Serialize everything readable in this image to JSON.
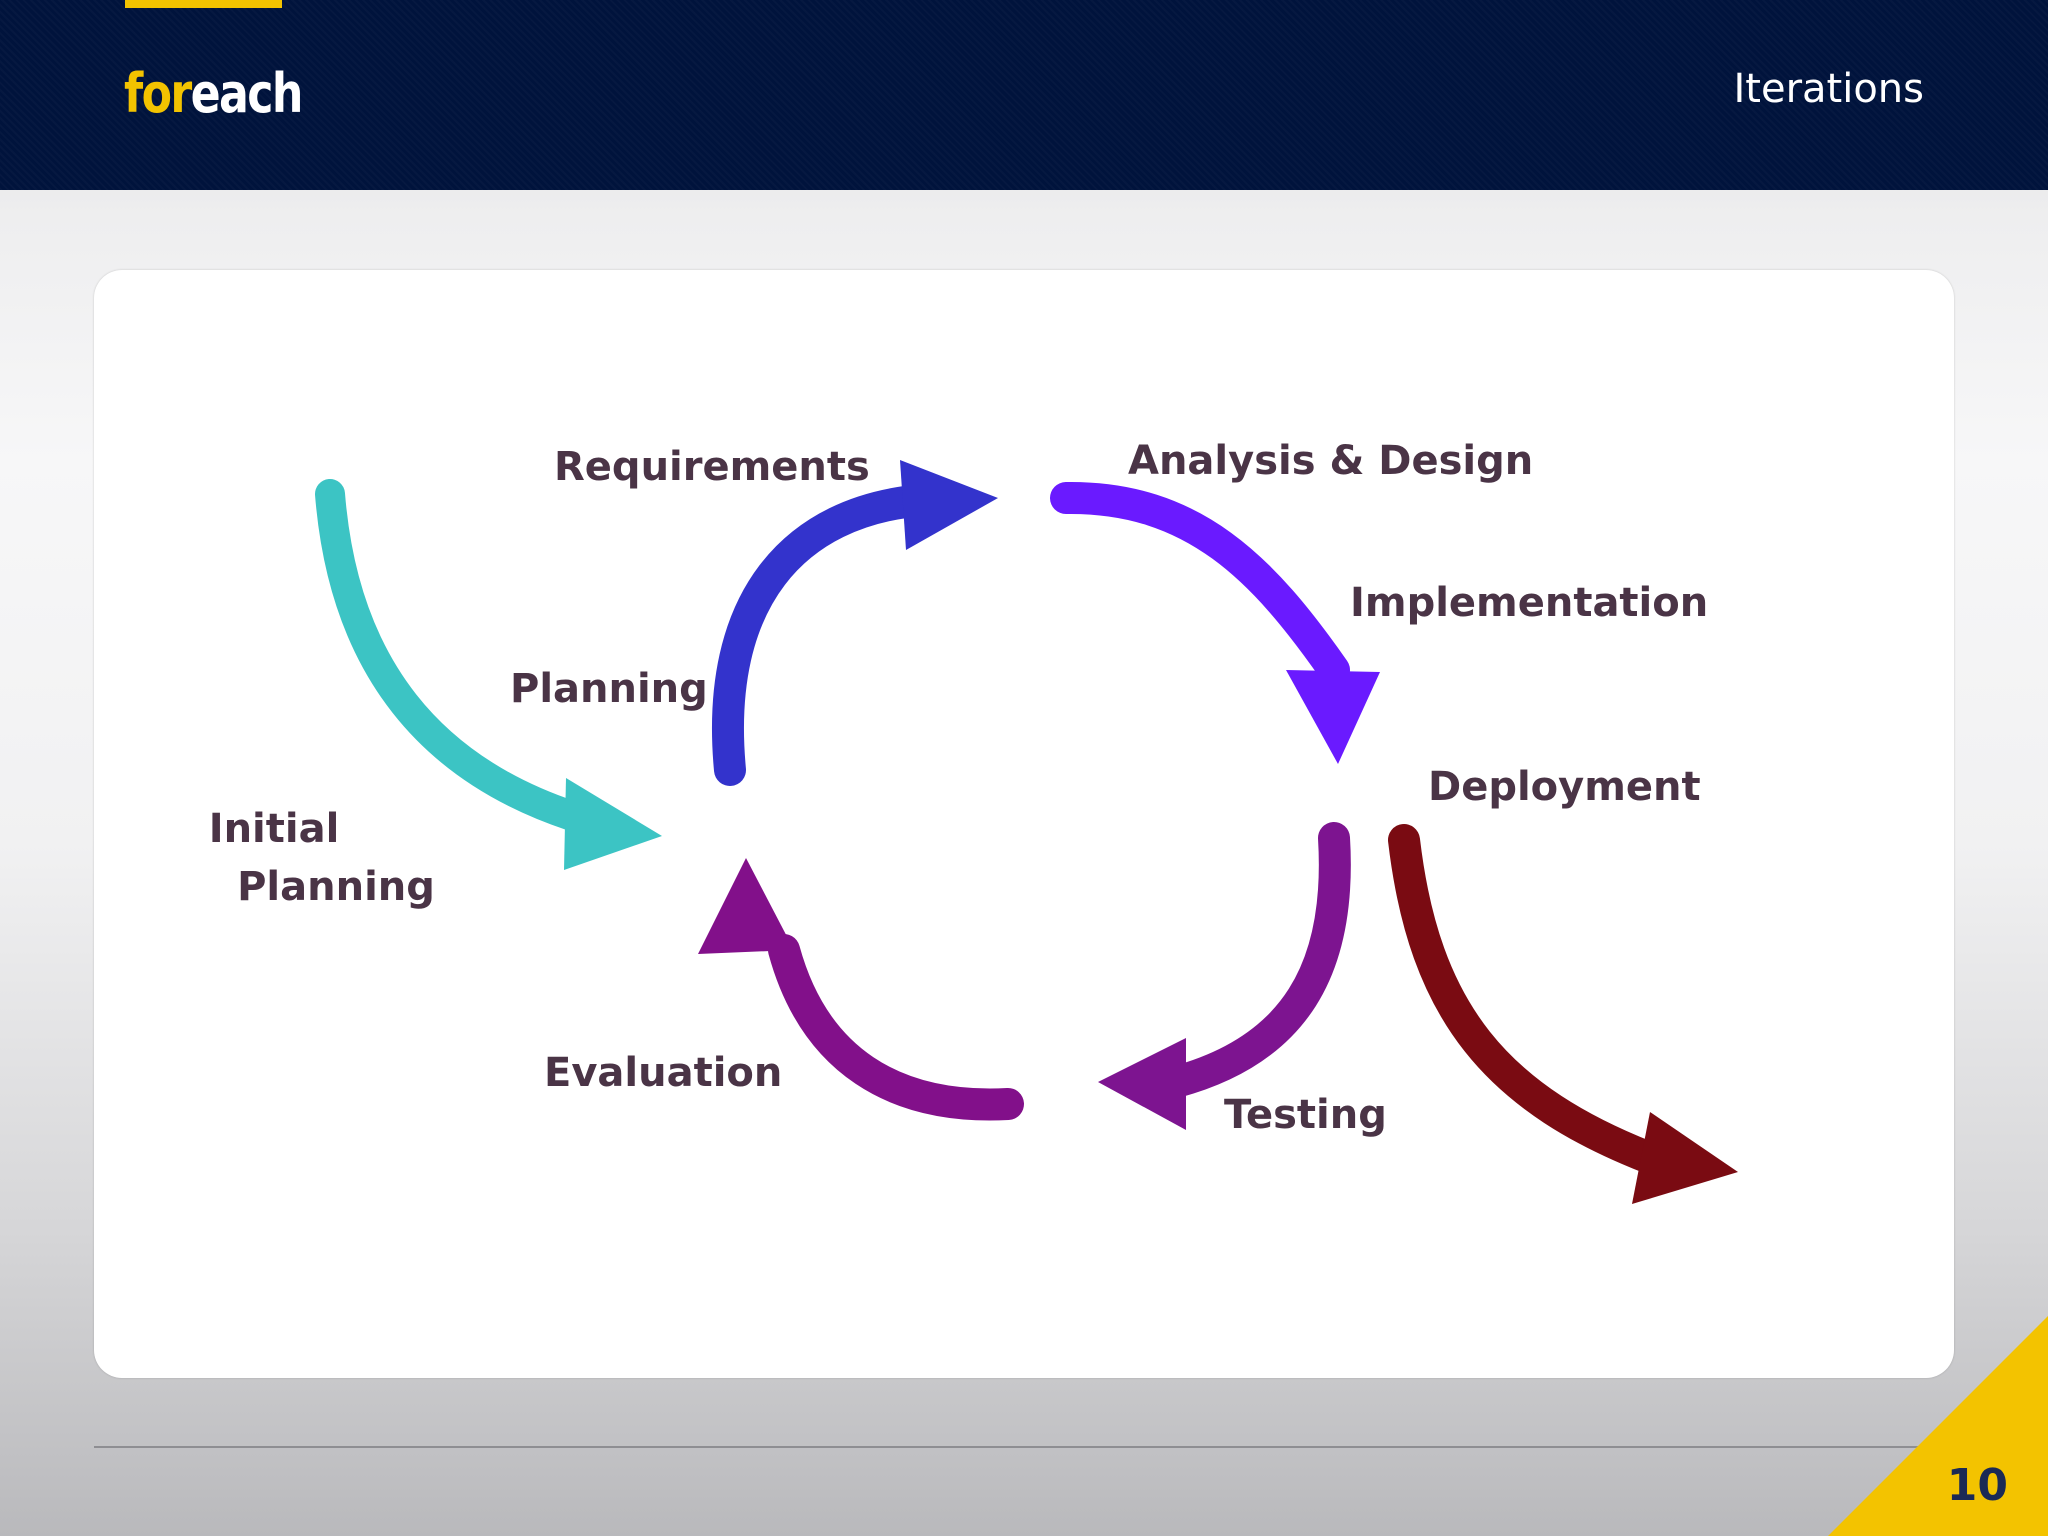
{
  "header": {
    "logo_part1": "for",
    "logo_part2": "each",
    "title": "Iterations"
  },
  "diagram": {
    "labels": {
      "requirements": "Requirements",
      "analysis_design": "Analysis & Design",
      "implementation": "Implementation",
      "planning": "Planning",
      "deployment": "Deployment",
      "initial_line1": "Initial",
      "initial_line2": "Planning",
      "evaluation": "Evaluation",
      "testing": "Testing"
    },
    "colors": {
      "initial_planning": "#3cc4c4",
      "planning": "#3333cc",
      "analysis": "#6a1aff",
      "testing": "#7d1490",
      "evaluation": "#82108a",
      "deployment": "#7a0b12"
    }
  },
  "footer": {
    "page_number": "10"
  },
  "colors": {
    "header_bg": "#00133c",
    "accent": "#f3c300"
  }
}
